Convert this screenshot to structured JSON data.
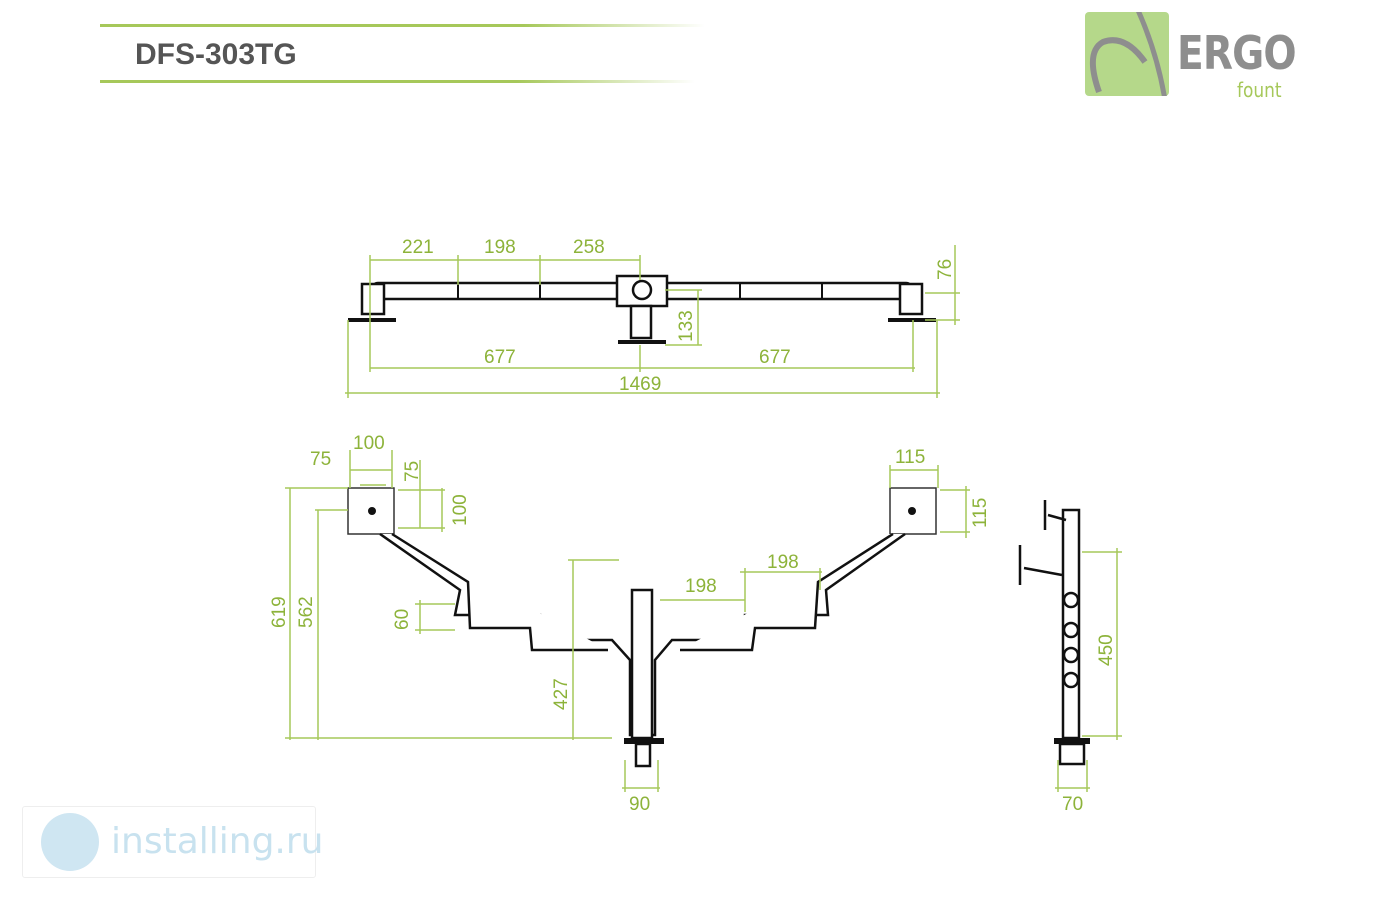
{
  "header": {
    "title": "DFS-303TG"
  },
  "logo": {
    "brand": "ERGO",
    "sub": "fount"
  },
  "watermark": {
    "text": "installing.ru"
  },
  "colors": {
    "dimension": "#8db33a",
    "accent": "#a6c85a",
    "part": "#111111"
  },
  "top_view": {
    "dims": {
      "seg1": "221",
      "seg2": "198",
      "seg3": "258",
      "height": "76",
      "post_drop": "133",
      "left_half": "677",
      "right_half": "677",
      "total": "1469"
    }
  },
  "front_view": {
    "dims": {
      "vesa_small_w": "75",
      "vesa_large_w": "100",
      "vesa_small_h": "75",
      "vesa_large_h": "100",
      "right_plate_w": "115",
      "right_plate_h": "115",
      "max_height": "619",
      "height2": "562",
      "arm_drop": "60",
      "center_height": "427",
      "arm_seg_upper": "198",
      "arm_seg_lower": "198",
      "clamp_width": "90"
    }
  },
  "side_view": {
    "dims": {
      "height": "450",
      "clamp_depth": "70"
    }
  }
}
